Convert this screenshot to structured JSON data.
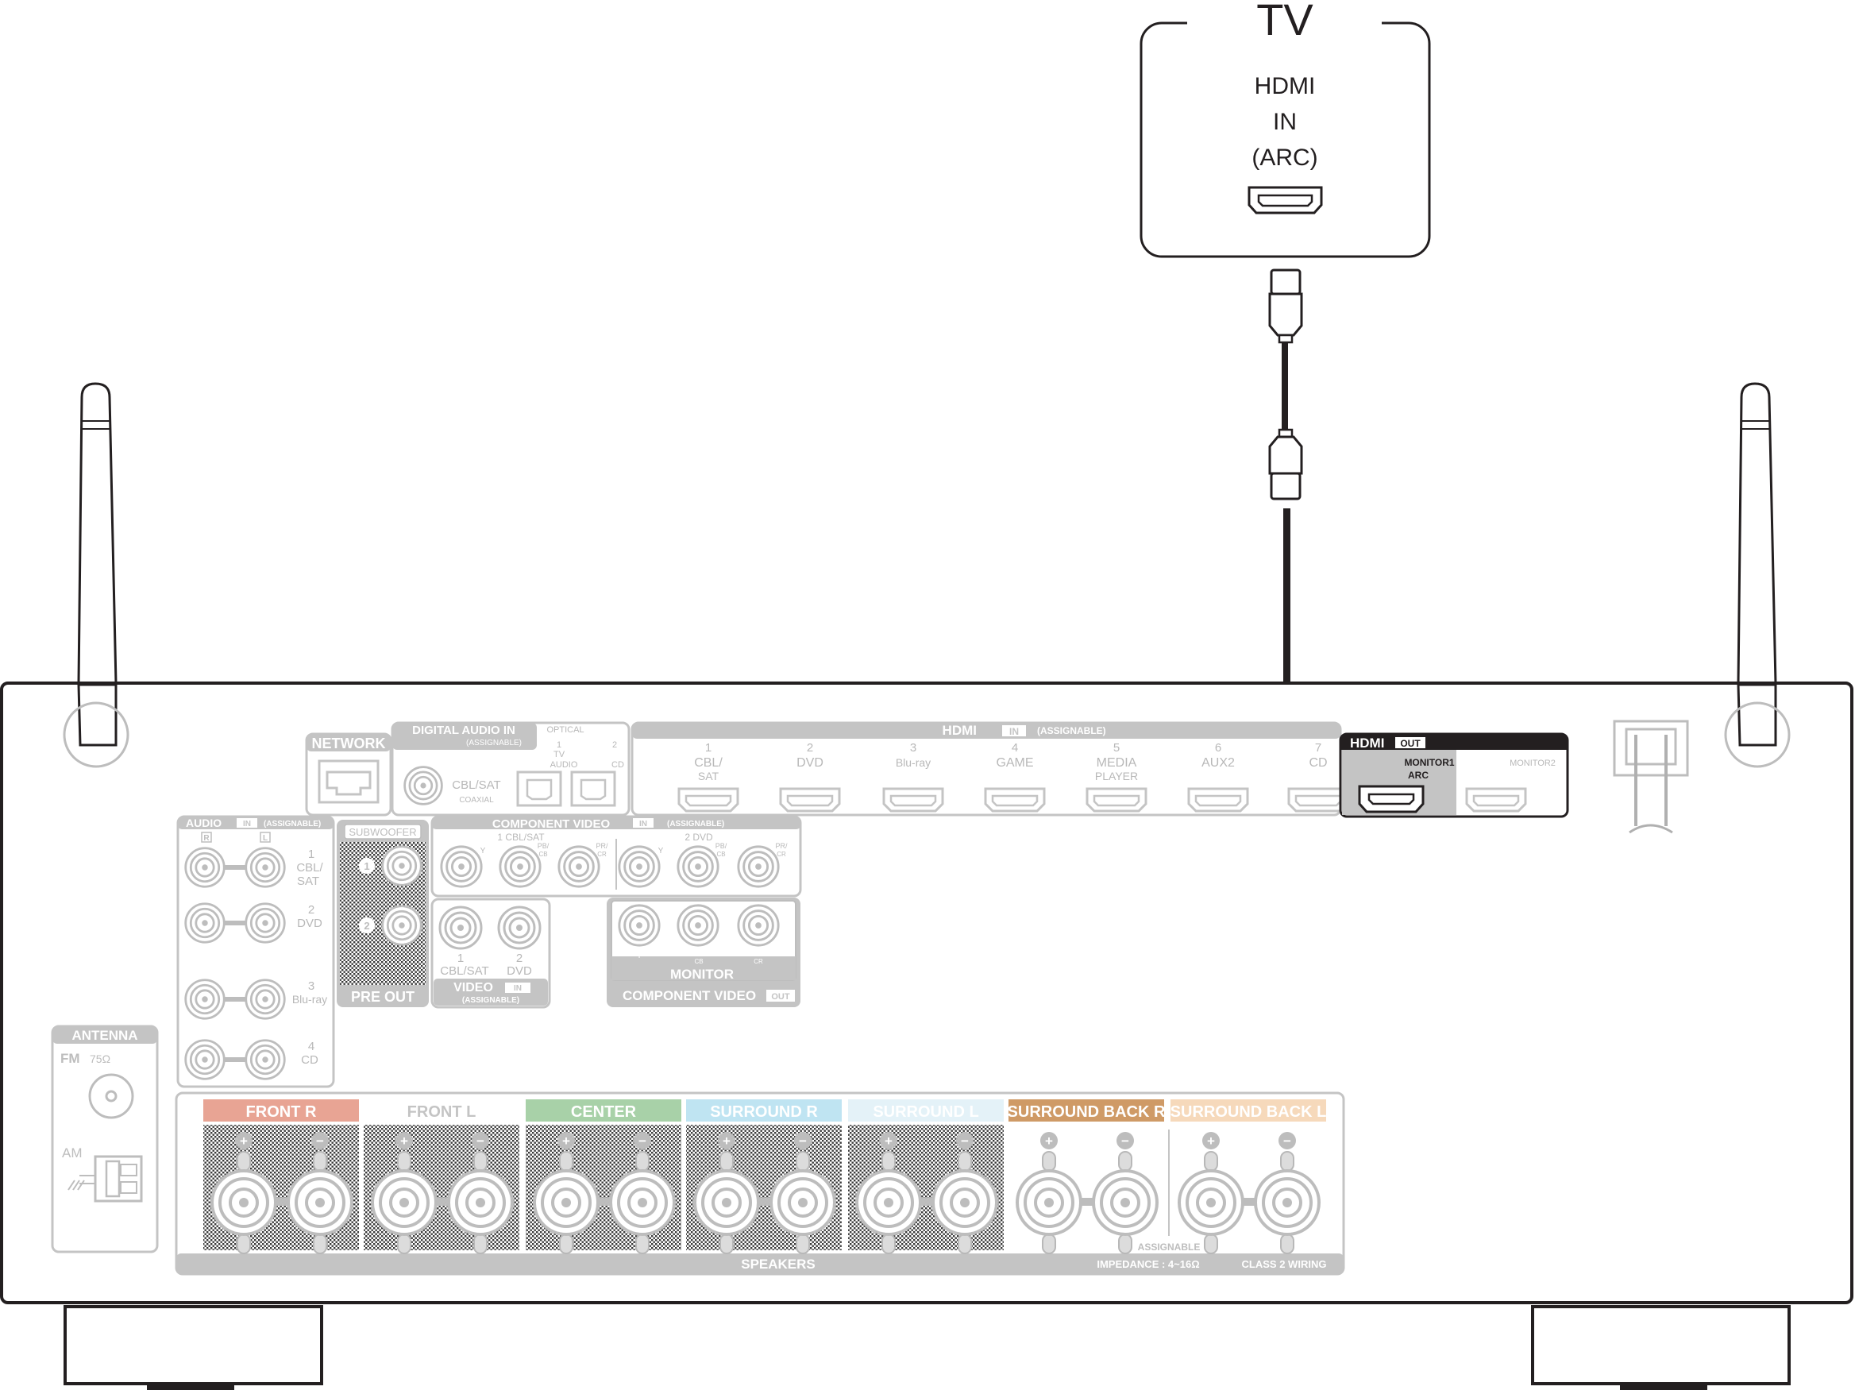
{
  "tv": {
    "title": "TV",
    "port_line1": "HDMI",
    "port_line2": "IN",
    "port_line3": "(ARC)"
  },
  "receiver": {
    "network": "NETWORK",
    "digital_audio": "DIGITAL AUDIO",
    "digital_in": "IN",
    "digital_assignable": "(ASSIGNABLE)",
    "optical": "OPTICAL",
    "opt1_num": "1",
    "opt1_line1": "TV",
    "opt1_line2": "AUDIO",
    "opt2_num": "2",
    "opt2_label": "CD",
    "coaxial_label": "CBL/SAT",
    "coaxial_sub": "COAXIAL",
    "hdmi_in_title": "HDMI",
    "hdmi_in_tag": "IN",
    "hdmi_in_assignable": "(ASSIGNABLE)",
    "hdmi_inputs": [
      {
        "num": "1",
        "line1": "CBL/",
        "line2": "SAT"
      },
      {
        "num": "2",
        "line1": "DVD",
        "line2": ""
      },
      {
        "num": "3",
        "line1": "Blu-ray",
        "line2": ""
      },
      {
        "num": "4",
        "line1": "GAME",
        "line2": ""
      },
      {
        "num": "5",
        "line1": "MEDIA",
        "line2": "PLAYER"
      },
      {
        "num": "6",
        "line1": "AUX2",
        "line2": ""
      },
      {
        "num": "7",
        "line1": "CD",
        "line2": ""
      }
    ],
    "hdmi_out_title": "HDMI",
    "hdmi_out_tag": "OUT",
    "monitor1_line1": "MONITOR1",
    "monitor1_line2": "ARC",
    "monitor2": "MONITOR2",
    "audio_in_title": "AUDIO",
    "audio_in_tag": "IN",
    "audio_in_assignable": "(ASSIGNABLE)",
    "audio_r": "R",
    "audio_l": "L",
    "audio_inputs": [
      {
        "num": "1",
        "line1": "CBL/",
        "line2": "SAT"
      },
      {
        "num": "2",
        "line1": "DVD",
        "line2": ""
      },
      {
        "num": "3",
        "line1": "Blu-ray",
        "line2": ""
      },
      {
        "num": "4",
        "line1": "CD",
        "line2": ""
      }
    ],
    "subwoofer": "SUBWOOFER",
    "sub1": "1",
    "sub2": "2",
    "pre_out": "PRE OUT",
    "component_in_title": "COMPONENT VIDEO",
    "component_in_tag": "IN",
    "component_in_assignable": "(ASSIGNABLE)",
    "comp_in1": "1 CBL/SAT",
    "comp_in2": "2 DVD",
    "comp_y": "Y",
    "comp_pb_1": "PB/",
    "comp_pb_2": "CB",
    "comp_pr_1": "PR/",
    "comp_pr_2": "CR",
    "video_num1": "1",
    "video_num2": "2",
    "video_lbl1": "CBL/SAT",
    "video_lbl2": "DVD",
    "video_title": "VIDEO",
    "video_tag": "IN",
    "video_assignable": "(ASSIGNABLE)",
    "monitor": "MONITOR",
    "component_out_title": "COMPONENT VIDEO",
    "component_out_tag": "OUT",
    "antenna": "ANTENNA",
    "fm": "FM",
    "fm_ohm": "75Ω",
    "am": "AM",
    "speakers_title": "SPEAKERS",
    "impedance": "IMPEDANCE : 4~16Ω",
    "class2": "CLASS 2 WIRING",
    "assignable": "ASSIGNABLE",
    "speaker_groups": [
      {
        "label": "FRONT",
        "side": "R",
        "color": "#e8a494"
      },
      {
        "label": "FRONT",
        "side": "L",
        "color": "#ffffff"
      },
      {
        "label": "CENTER",
        "side": "",
        "color": "#a8d1a8"
      },
      {
        "label": "SURROUND",
        "side": "R",
        "color": "#bfe4f2"
      },
      {
        "label": "SURROUND",
        "side": "L",
        "color": "#e4f2f8"
      },
      {
        "label": "SURROUND BACK",
        "side": "R",
        "color": "#cf9a66"
      },
      {
        "label": "SURROUND BACK",
        "side": "L",
        "color": "#f6d9bb"
      }
    ],
    "plus_sign": "+",
    "minus_sign": "−"
  }
}
